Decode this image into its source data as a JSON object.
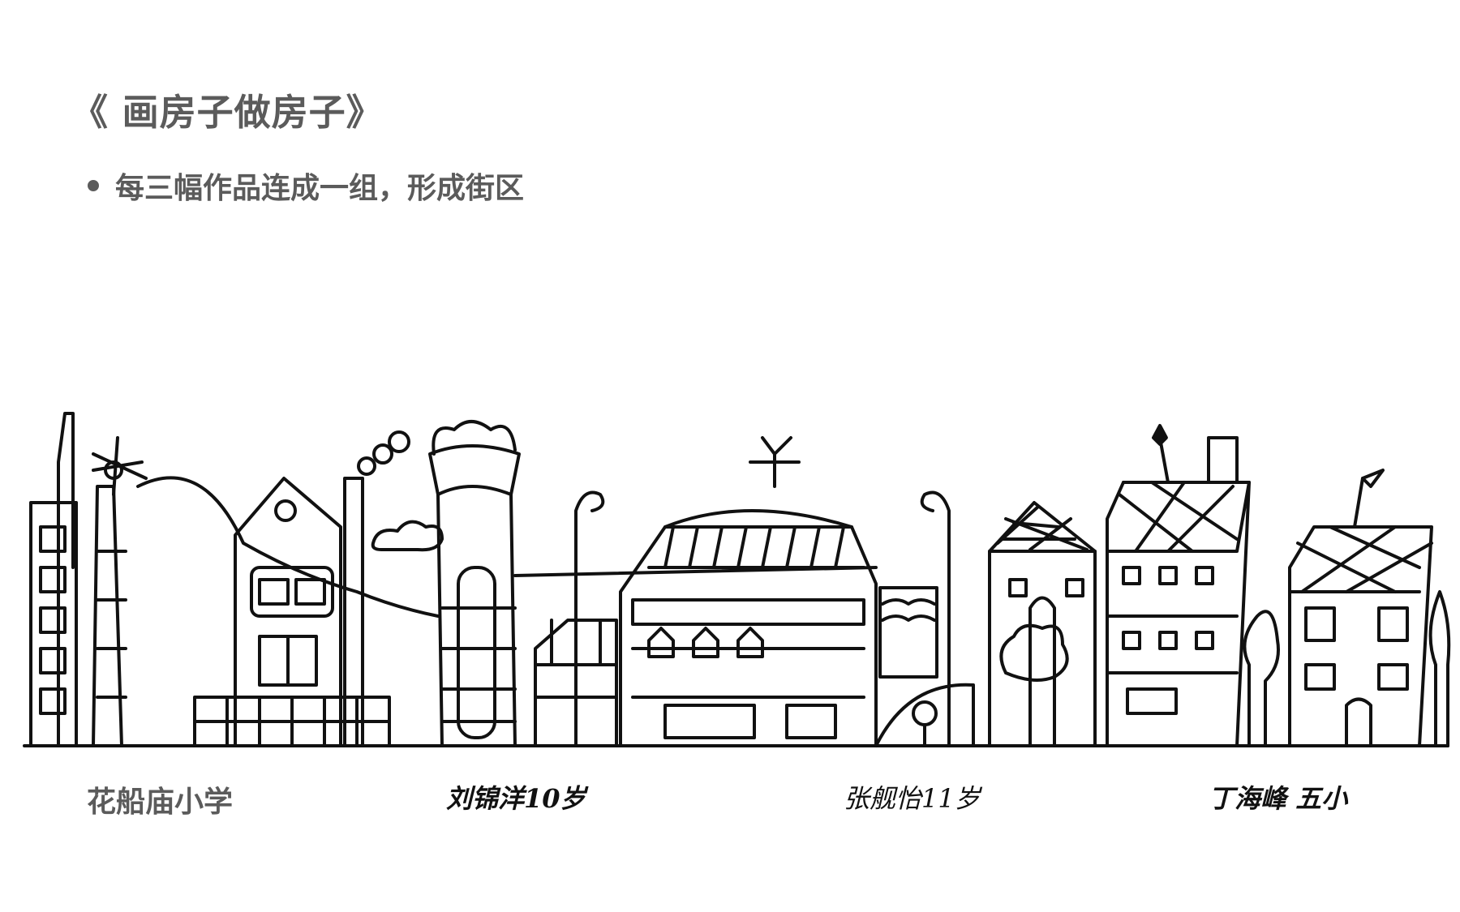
{
  "slide": {
    "title": "《 画房子做房子》",
    "bullet": "每三幅作品连成一组，形成街区"
  },
  "captions": {
    "school": "花船庙小学",
    "artist1": "刘锦洋10岁",
    "artist2": "张舰怡11岁",
    "artist3": "丁海峰 五小"
  }
}
